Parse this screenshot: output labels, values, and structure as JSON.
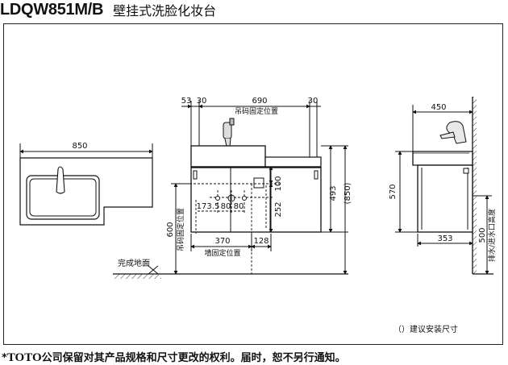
{
  "header": {
    "model": "LDQW851M/B",
    "product_name": "壁挂式洗脸化妆台"
  },
  "drawing": {
    "top_view": {
      "width_label": "850"
    },
    "front_view": {
      "top_dims": [
        "53",
        "30",
        "690",
        "30"
      ],
      "hanger_label": "吊码固定位置",
      "height_vanity": "493",
      "height_install": "(850)",
      "dim_100": "100",
      "dim_252": "252",
      "dim_600": "600",
      "hanger_height_label": "吊码固定位置",
      "drain_dims": [
        "173.5",
        "80",
        "80"
      ],
      "bottom_dims": [
        "370",
        "128"
      ],
      "wall_fix_label": "墙固定位置",
      "floor_label": "完成地面"
    },
    "side_view": {
      "depth_top": "450",
      "height_570": "570",
      "depth_bottom": "353",
      "height_500": "500",
      "drain_height_label": "排水/进水口高度"
    },
    "note": "（）建议安装尺寸"
  },
  "footer": {
    "star": "*",
    "brand": "TOTO",
    "text": "公司保留对其产品规格和尺寸更改的权利。届时，恕不另行通知。"
  }
}
